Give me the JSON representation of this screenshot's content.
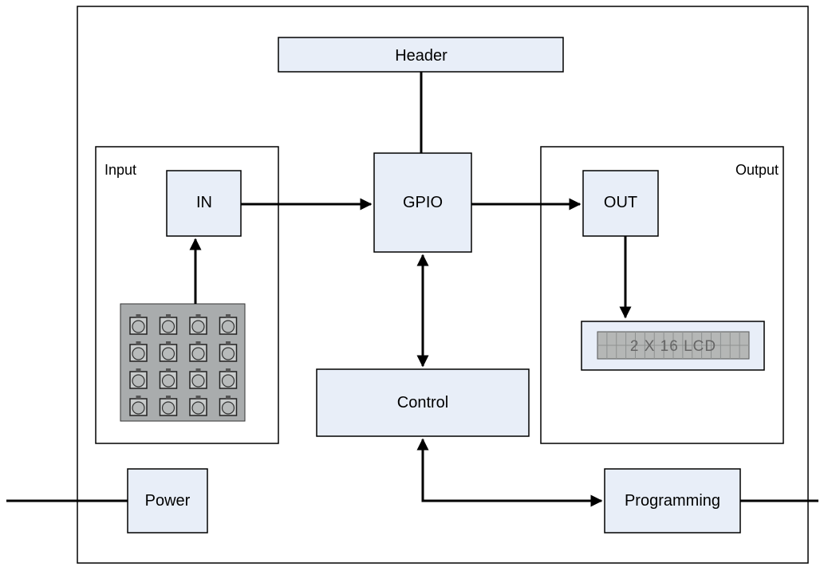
{
  "diagram": {
    "blocks": {
      "header": "Header",
      "gpio": "GPIO",
      "in": "IN",
      "out": "OUT",
      "control": "Control",
      "power": "Power",
      "programming": "Programming"
    },
    "groups": {
      "input": "Input",
      "output": "Output"
    },
    "lcd_text": "2 X 16 LCD",
    "keypad": {
      "rows": 4,
      "cols": 4
    }
  }
}
